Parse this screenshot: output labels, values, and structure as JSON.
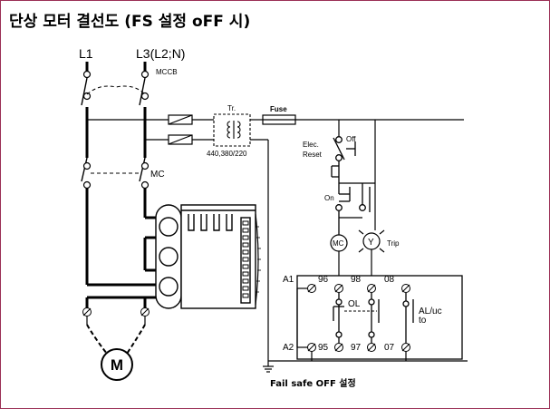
{
  "title": "단상 모터 결선도 (FS 설정 oFF 시)",
  "labels": {
    "line1": "L1",
    "line2": "L3(L2;N)",
    "mccb": "MCCB",
    "mc": "MC",
    "transformer": "Tr.",
    "transformer_voltage": "440,380/220",
    "fuse": "Fuse",
    "off": "Off",
    "elec_line1": "Elec.",
    "elec_line2": "Reset",
    "on": "On",
    "mc_coil": "MC",
    "trip_lamp": "Y",
    "trip": "Trip",
    "terminal_a1": "A1",
    "terminal_a2": "A2",
    "terminal_96": "96",
    "terminal_98": "98",
    "terminal_08": "08",
    "terminal_95": "95",
    "terminal_97": "97",
    "terminal_07": "07",
    "ol": "OL",
    "aluc_line1": "AL/uc",
    "aluc_line2": "to",
    "motor": "M",
    "caption": "Fail  safe  OFF  설정"
  }
}
